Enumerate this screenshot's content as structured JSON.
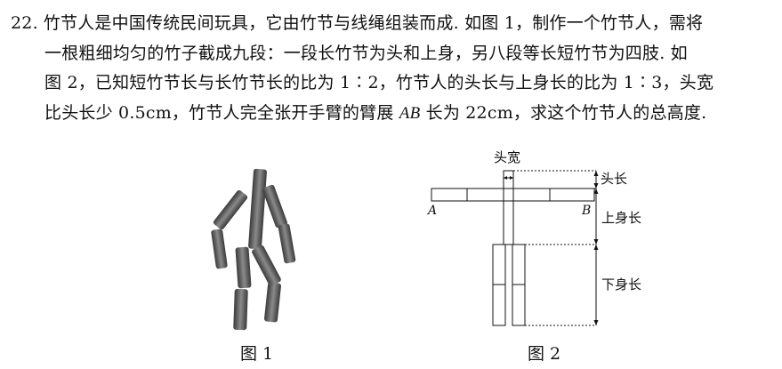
{
  "question": {
    "number": "22.",
    "line1": "竹节人是中国传统民间玩具，它由竹节与线绳组装而成. 如图 1，制作一个竹节人，需将",
    "line2": "一根粗细均匀的竹子截成九段：一段长竹节为头和上身，另八段等长短竹节为四肢. 如",
    "line3": "图 2，已知短竹节长与长竹节长的比为 1∶2，竹节人的头长与上身长的比为 1∶3，头宽",
    "line4_a": "比头长少 0.5cm，竹节人完全张开手臂的臂展 ",
    "line4_ab": "AB",
    "line4_b": " 长为 22cm，求这个竹节人的总高度."
  },
  "figure1": {
    "caption": "图 1"
  },
  "figure2": {
    "caption": "图 2",
    "label_head_width": "头宽",
    "label_head_length": "头长",
    "label_upper_body": "上身长",
    "label_lower_body": "下身长",
    "label_a": "A",
    "label_b": "B"
  }
}
